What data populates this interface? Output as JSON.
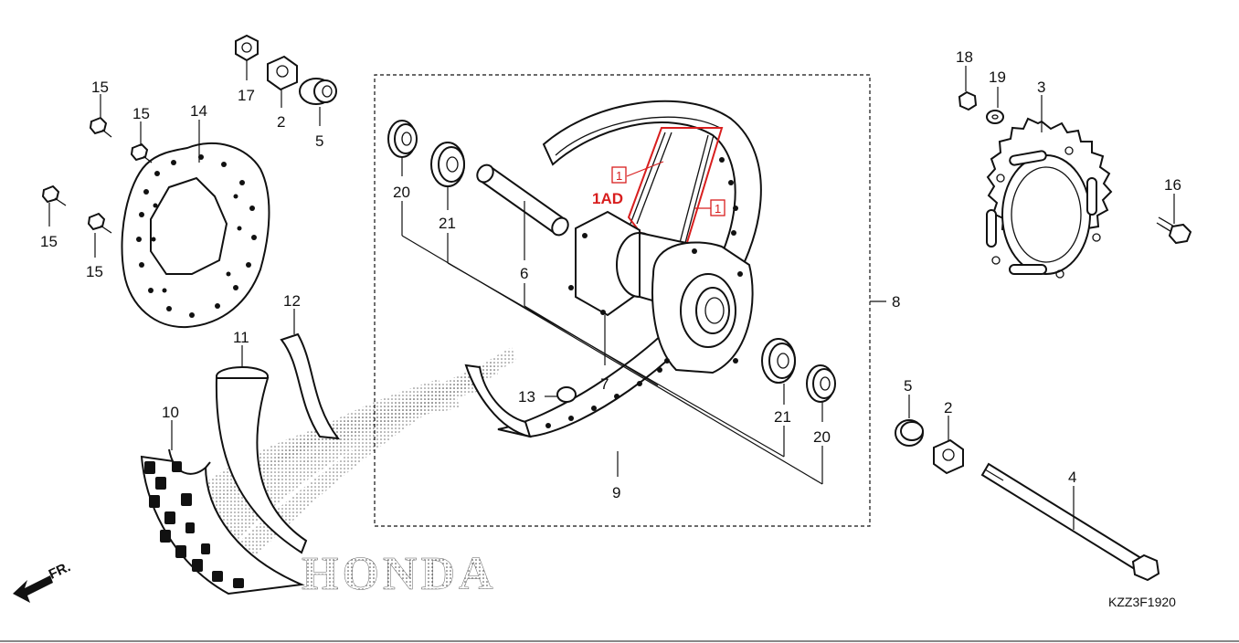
{
  "diagram": {
    "callouts": [
      {
        "id": "c15a",
        "label": "15"
      },
      {
        "id": "c15b",
        "label": "15"
      },
      {
        "id": "c15c",
        "label": "15"
      },
      {
        "id": "c15d",
        "label": "15"
      },
      {
        "id": "c14",
        "label": "14"
      },
      {
        "id": "c17",
        "label": "17"
      },
      {
        "id": "c2a",
        "label": "2"
      },
      {
        "id": "c5a",
        "label": "5"
      },
      {
        "id": "c12",
        "label": "12"
      },
      {
        "id": "c11",
        "label": "11"
      },
      {
        "id": "c10",
        "label": "10"
      },
      {
        "id": "c20a",
        "label": "20"
      },
      {
        "id": "c21a",
        "label": "21"
      },
      {
        "id": "c6",
        "label": "6"
      },
      {
        "id": "c7",
        "label": "7"
      },
      {
        "id": "c13",
        "label": "13"
      },
      {
        "id": "c9",
        "label": "9"
      },
      {
        "id": "c21b",
        "label": "21"
      },
      {
        "id": "c20b",
        "label": "20"
      },
      {
        "id": "c8",
        "label": "8"
      },
      {
        "id": "c18",
        "label": "18"
      },
      {
        "id": "c19",
        "label": "19"
      },
      {
        "id": "c3",
        "label": "3"
      },
      {
        "id": "c16",
        "label": "16"
      },
      {
        "id": "c5b",
        "label": "5"
      },
      {
        "id": "c2b",
        "label": "2"
      },
      {
        "id": "c4",
        "label": "4"
      }
    ],
    "red_labels": {
      "spoke_box_1": "1",
      "spoke_box_2": "1",
      "spoke_set": "1AD"
    },
    "front_indicator": "FR.",
    "drawing_code": "KZZ3F1920",
    "watermark_text": "HONDA",
    "colors": {
      "line": "#111111",
      "accent": "#d81e1e",
      "background": "#ffffff"
    }
  }
}
